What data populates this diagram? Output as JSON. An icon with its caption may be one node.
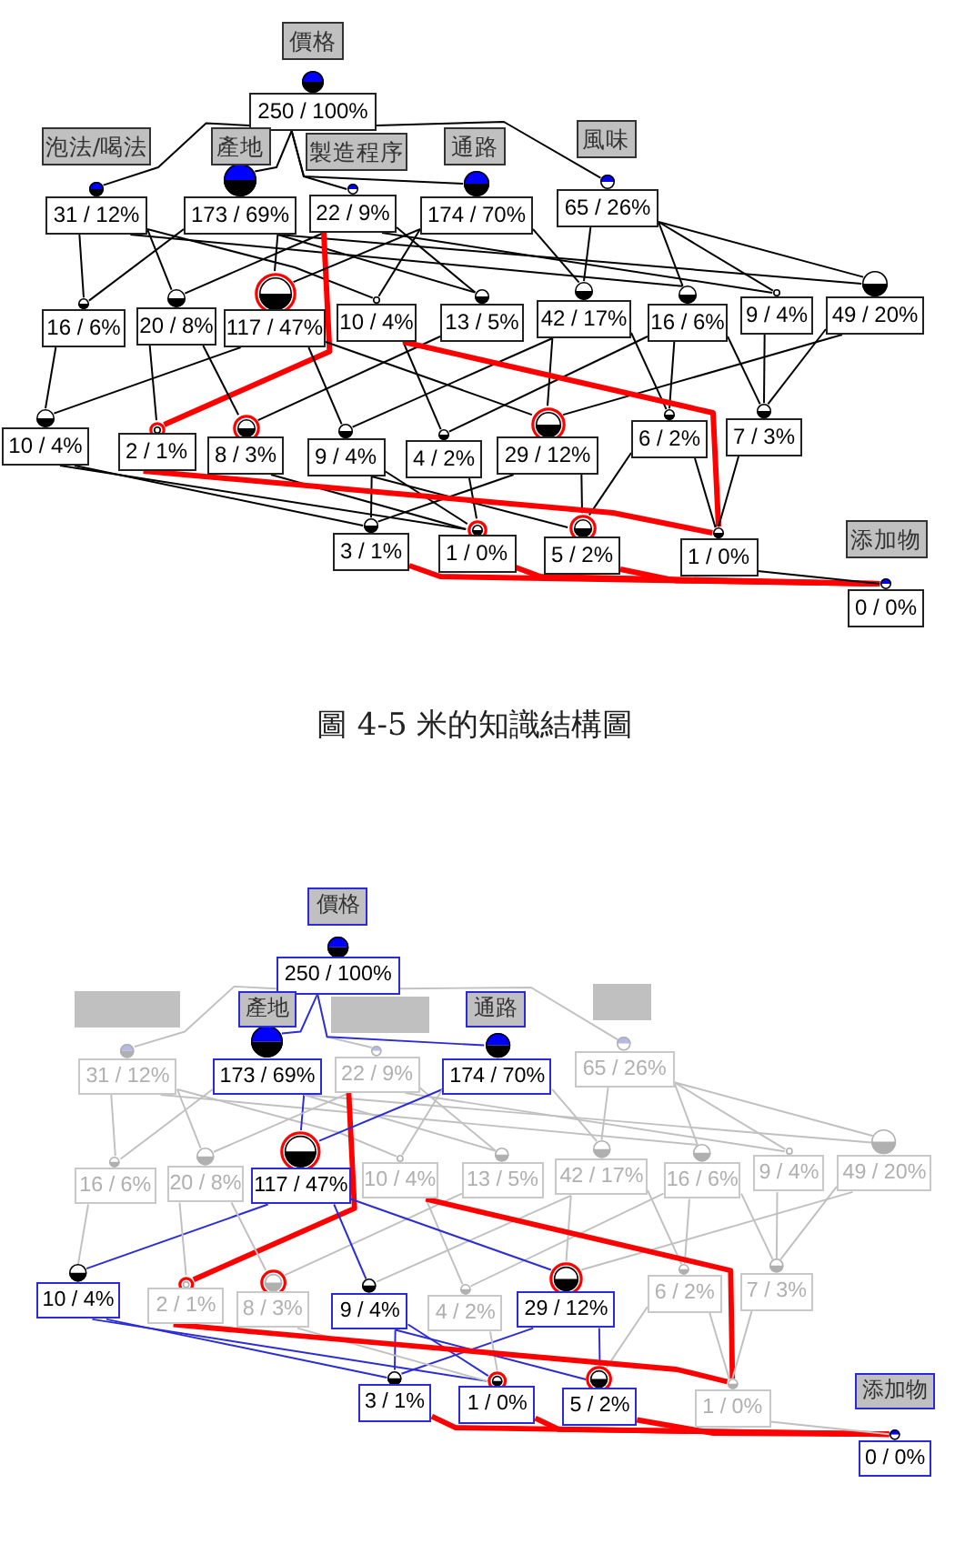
{
  "diagram": {
    "caption": "圖 4-5 米的知識結構圖",
    "nodes": [
      {
        "text": [
          "250 / 100%"
        ],
        "beside": [
          "價格"
        ]
      },
      {
        "text": [
          "31 / 12%"
        ],
        "beside": [
          "泡法/喝法"
        ]
      },
      {
        "text": [
          "173 / 69%"
        ],
        "beside": [
          "產地"
        ]
      },
      {
        "text": [
          "22 / 9%"
        ],
        "beside": [
          "製造程序"
        ]
      },
      {
        "text": [
          "174 / 70%"
        ],
        "beside": [
          "通路"
        ]
      },
      {
        "text": [
          "65 / 26%"
        ],
        "beside": [
          "風味"
        ]
      },
      {
        "text": [
          "16 / 6%"
        ]
      },
      {
        "text": [
          "20 / 8%"
        ]
      },
      {
        "text": [
          "117 / 47%"
        ]
      },
      {
        "text": [
          "10 / 4%"
        ]
      },
      {
        "text": [
          "13 / 5%"
        ]
      },
      {
        "text": [
          "42 / 17%"
        ]
      },
      {
        "text": [
          "16 / 6%"
        ]
      },
      {
        "text": [
          "9 / 4%"
        ]
      },
      {
        "text": [
          "49 / 20%"
        ]
      },
      {
        "text": [
          "10 / 4%"
        ]
      },
      {
        "text": [
          "2 / 1%"
        ]
      },
      {
        "text": [
          "8 / 3%"
        ]
      },
      {
        "text": [
          "9 / 4%"
        ]
      },
      {
        "text": [
          "4 / 2%"
        ]
      },
      {
        "text": [
          "29 / 12%"
        ]
      },
      {
        "text": [
          "6 / 2%"
        ]
      },
      {
        "text": [
          "7 / 3%"
        ]
      },
      {
        "text": [
          "3 / 1%"
        ]
      },
      {
        "text": [
          "1 / 0%"
        ]
      },
      {
        "text": [
          "5 / 2%"
        ]
      },
      {
        "text": [
          "1 / 0%"
        ]
      },
      {
        "text": [
          "0 / 0%"
        ],
        "beside": [
          "添加物"
        ]
      },
      {
        "text": [
          "250 / 100%"
        ],
        "beside": [
          "價格"
        ]
      },
      {
        "text": [
          "31 / 12%"
        ]
      },
      {
        "text": [
          "173 / 69%"
        ],
        "beside": [
          "產地"
        ]
      },
      {
        "text": [
          "22 / 9%"
        ]
      },
      {
        "text": [
          "174 / 70%"
        ],
        "beside": [
          "通路"
        ]
      },
      {
        "text": [
          "65 / 26%"
        ]
      },
      {
        "text": [
          "16 / 6%"
        ]
      },
      {
        "text": [
          "20 / 8%"
        ]
      },
      {
        "text": [
          "117 / 47%"
        ]
      },
      {
        "text": [
          "10 / 4%"
        ]
      },
      {
        "text": [
          "13 / 5%"
        ]
      },
      {
        "text": [
          "42 / 17%"
        ]
      },
      {
        "text": [
          "16 / 6%"
        ]
      },
      {
        "text": [
          "9 / 4%"
        ]
      },
      {
        "text": [
          "49 / 20%"
        ]
      },
      {
        "text": [
          "10 / 4%"
        ]
      },
      {
        "text": [
          "2 / 1%"
        ]
      },
      {
        "text": [
          "8 / 3%"
        ]
      },
      {
        "text": [
          "9 / 4%"
        ]
      },
      {
        "text": [
          "4 / 2%"
        ]
      },
      {
        "text": [
          "29 / 12%"
        ]
      },
      {
        "text": [
          "6 / 2%"
        ]
      },
      {
        "text": [
          "7 / 3%"
        ]
      },
      {
        "text": [
          "3 / 1%"
        ]
      },
      {
        "text": [
          "1 / 0%"
        ]
      },
      {
        "text": [
          "5 / 2%"
        ]
      },
      {
        "text": [
          "1 / 0%"
        ]
      },
      {
        "text": [
          "0 / 0%"
        ],
        "beside": [
          "添加物"
        ]
      }
    ],
    "edges": [
      {
        "from": 0,
        "to": 1,
        "arrow": "none"
      },
      {
        "from": 0,
        "to": 2,
        "arrow": "none"
      },
      {
        "from": 0,
        "to": 3,
        "arrow": "none"
      },
      {
        "from": 0,
        "to": 4,
        "arrow": "none"
      },
      {
        "from": 0,
        "to": 5,
        "arrow": "none"
      },
      {
        "from": 1,
        "to": 6,
        "arrow": "none"
      },
      {
        "from": 1,
        "to": 7,
        "arrow": "none"
      },
      {
        "from": 1,
        "to": 9,
        "arrow": "none"
      },
      {
        "from": 1,
        "to": 12,
        "arrow": "none"
      },
      {
        "from": 2,
        "to": 6,
        "arrow": "none"
      },
      {
        "from": 2,
        "to": 8,
        "arrow": "none"
      },
      {
        "from": 2,
        "to": 10,
        "arrow": "none"
      },
      {
        "from": 2,
        "to": 14,
        "arrow": "none"
      },
      {
        "from": 3,
        "to": 7,
        "arrow": "none"
      },
      {
        "from": 3,
        "to": 10,
        "arrow": "none"
      },
      {
        "from": 3,
        "to": 13,
        "arrow": "none"
      },
      {
        "from": 3,
        "to": 16,
        "arrow": "none",
        "style": "thick",
        "color": "#ff0000"
      },
      {
        "from": 4,
        "to": 8,
        "arrow": "none"
      },
      {
        "from": 4,
        "to": 9,
        "arrow": "none"
      },
      {
        "from": 4,
        "to": 11,
        "arrow": "none"
      },
      {
        "from": 5,
        "to": 11,
        "arrow": "none"
      },
      {
        "from": 5,
        "to": 12,
        "arrow": "none"
      },
      {
        "from": 5,
        "to": 13,
        "arrow": "none"
      },
      {
        "from": 5,
        "to": 14,
        "arrow": "none"
      },
      {
        "from": 6,
        "to": 15,
        "arrow": "none"
      },
      {
        "from": 8,
        "to": 15,
        "arrow": "none"
      },
      {
        "from": 7,
        "to": 16,
        "arrow": "none"
      },
      {
        "from": 7,
        "to": 17,
        "arrow": "none"
      },
      {
        "from": 10,
        "to": 17,
        "arrow": "none"
      },
      {
        "from": 8,
        "to": 18,
        "arrow": "none"
      },
      {
        "from": 11,
        "to": 18,
        "arrow": "none"
      },
      {
        "from": 9,
        "to": 19,
        "arrow": "none"
      },
      {
        "from": 12,
        "to": 19,
        "arrow": "none"
      },
      {
        "from": 8,
        "to": 20,
        "arrow": "none"
      },
      {
        "from": 11,
        "to": 20,
        "arrow": "none"
      },
      {
        "from": 14,
        "to": 20,
        "arrow": "none"
      },
      {
        "from": 11,
        "to": 21,
        "arrow": "none"
      },
      {
        "from": 12,
        "to": 21,
        "arrow": "none"
      },
      {
        "from": 12,
        "to": 22,
        "arrow": "none"
      },
      {
        "from": 13,
        "to": 22,
        "arrow": "none"
      },
      {
        "from": 14,
        "to": 22,
        "arrow": "none"
      },
      {
        "from": 15,
        "to": 23,
        "arrow": "none"
      },
      {
        "from": 18,
        "to": 23,
        "arrow": "none"
      },
      {
        "from": 20,
        "to": 23,
        "arrow": "none"
      },
      {
        "from": 15,
        "to": 24,
        "arrow": "none"
      },
      {
        "from": 18,
        "to": 24,
        "arrow": "none"
      },
      {
        "from": 17,
        "to": 24,
        "arrow": "none"
      },
      {
        "from": 19,
        "to": 24,
        "arrow": "none"
      },
      {
        "from": 18,
        "to": 25,
        "arrow": "none"
      },
      {
        "from": 20,
        "to": 25,
        "arrow": "none"
      },
      {
        "from": 21,
        "to": 25,
        "arrow": "none"
      },
      {
        "from": 9,
        "to": 26,
        "arrow": "none",
        "style": "thick",
        "color": "#ff0000"
      },
      {
        "from": 16,
        "to": 26,
        "arrow": "none",
        "style": "thick",
        "color": "#ff0000"
      },
      {
        "from": 21,
        "to": 26,
        "arrow": "none"
      },
      {
        "from": 22,
        "to": 26,
        "arrow": "none"
      },
      {
        "from": 23,
        "to": 27,
        "arrow": "none",
        "style": "thick",
        "color": "#ff0000"
      },
      {
        "from": 24,
        "to": 27,
        "arrow": "none",
        "style": "thick",
        "color": "#ff0000"
      },
      {
        "from": 25,
        "to": 27,
        "arrow": "none",
        "style": "thick",
        "color": "#ff0000"
      },
      {
        "from": 26,
        "to": 27,
        "arrow": "none"
      },
      {
        "from": 28,
        "to": 29,
        "arrow": "none",
        "color": "#c0c0c0"
      },
      {
        "from": 28,
        "to": 30,
        "arrow": "none",
        "color": "#2b2bd9"
      },
      {
        "from": 28,
        "to": 31,
        "arrow": "none",
        "color": "#c0c0c0"
      },
      {
        "from": 28,
        "to": 32,
        "arrow": "none",
        "color": "#2b2bd9"
      },
      {
        "from": 28,
        "to": 33,
        "arrow": "none",
        "color": "#c0c0c0"
      },
      {
        "from": 29,
        "to": 34,
        "arrow": "none",
        "color": "#c0c0c0"
      },
      {
        "from": 29,
        "to": 35,
        "arrow": "none",
        "color": "#c0c0c0"
      },
      {
        "from": 29,
        "to": 37,
        "arrow": "none",
        "color": "#c0c0c0"
      },
      {
        "from": 29,
        "to": 40,
        "arrow": "none",
        "color": "#c0c0c0"
      },
      {
        "from": 30,
        "to": 34,
        "arrow": "none",
        "color": "#c0c0c0"
      },
      {
        "from": 30,
        "to": 36,
        "arrow": "none",
        "color": "#2b2bd9"
      },
      {
        "from": 30,
        "to": 38,
        "arrow": "none",
        "color": "#c0c0c0"
      },
      {
        "from": 30,
        "to": 42,
        "arrow": "none",
        "color": "#c0c0c0"
      },
      {
        "from": 31,
        "to": 35,
        "arrow": "none",
        "color": "#c0c0c0"
      },
      {
        "from": 31,
        "to": 38,
        "arrow": "none",
        "color": "#c0c0c0"
      },
      {
        "from": 31,
        "to": 41,
        "arrow": "none",
        "color": "#c0c0c0"
      },
      {
        "from": 31,
        "to": 44,
        "arrow": "none",
        "style": "thick",
        "color": "#ff0000"
      },
      {
        "from": 32,
        "to": 36,
        "arrow": "none",
        "color": "#2b2bd9"
      },
      {
        "from": 32,
        "to": 37,
        "arrow": "none",
        "color": "#c0c0c0"
      },
      {
        "from": 32,
        "to": 39,
        "arrow": "none",
        "color": "#c0c0c0"
      },
      {
        "from": 33,
        "to": 39,
        "arrow": "none",
        "color": "#c0c0c0"
      },
      {
        "from": 33,
        "to": 40,
        "arrow": "none",
        "color": "#c0c0c0"
      },
      {
        "from": 33,
        "to": 41,
        "arrow": "none",
        "color": "#c0c0c0"
      },
      {
        "from": 33,
        "to": 42,
        "arrow": "none",
        "color": "#c0c0c0"
      },
      {
        "from": 34,
        "to": 43,
        "arrow": "none",
        "color": "#c0c0c0"
      },
      {
        "from": 36,
        "to": 43,
        "arrow": "none",
        "color": "#2b2bd9"
      },
      {
        "from": 35,
        "to": 44,
        "arrow": "none",
        "color": "#c0c0c0"
      },
      {
        "from": 35,
        "to": 45,
        "arrow": "none",
        "color": "#c0c0c0"
      },
      {
        "from": 38,
        "to": 45,
        "arrow": "none",
        "color": "#c0c0c0"
      },
      {
        "from": 36,
        "to": 46,
        "arrow": "none",
        "color": "#2b2bd9"
      },
      {
        "from": 39,
        "to": 46,
        "arrow": "none",
        "color": "#c0c0c0"
      },
      {
        "from": 37,
        "to": 47,
        "arrow": "none",
        "color": "#c0c0c0"
      },
      {
        "from": 40,
        "to": 47,
        "arrow": "none",
        "color": "#c0c0c0"
      },
      {
        "from": 36,
        "to": 48,
        "arrow": "none",
        "color": "#2b2bd9"
      },
      {
        "from": 39,
        "to": 48,
        "arrow": "none",
        "color": "#c0c0c0"
      },
      {
        "from": 42,
        "to": 48,
        "arrow": "none",
        "color": "#c0c0c0"
      },
      {
        "from": 39,
        "to": 49,
        "arrow": "none",
        "color": "#c0c0c0"
      },
      {
        "from": 40,
        "to": 49,
        "arrow": "none",
        "color": "#c0c0c0"
      },
      {
        "from": 40,
        "to": 50,
        "arrow": "none",
        "color": "#c0c0c0"
      },
      {
        "from": 41,
        "to": 50,
        "arrow": "none",
        "color": "#c0c0c0"
      },
      {
        "from": 42,
        "to": 50,
        "arrow": "none",
        "color": "#c0c0c0"
      },
      {
        "from": 43,
        "to": 51,
        "arrow": "none",
        "color": "#2b2bd9"
      },
      {
        "from": 46,
        "to": 51,
        "arrow": "none",
        "color": "#2b2bd9"
      },
      {
        "from": 48,
        "to": 51,
        "arrow": "none",
        "color": "#2b2bd9"
      },
      {
        "from": 43,
        "to": 52,
        "arrow": "none",
        "color": "#2b2bd9"
      },
      {
        "from": 46,
        "to": 52,
        "arrow": "none",
        "color": "#2b2bd9"
      },
      {
        "from": 45,
        "to": 52,
        "arrow": "none",
        "color": "#c0c0c0"
      },
      {
        "from": 47,
        "to": 52,
        "arrow": "none",
        "color": "#c0c0c0"
      },
      {
        "from": 46,
        "to": 53,
        "arrow": "none",
        "color": "#2b2bd9"
      },
      {
        "from": 48,
        "to": 53,
        "arrow": "none",
        "color": "#2b2bd9"
      },
      {
        "from": 49,
        "to": 53,
        "arrow": "none",
        "color": "#c0c0c0"
      },
      {
        "from": 37,
        "to": 54,
        "arrow": "none",
        "style": "thick",
        "color": "#ff0000"
      },
      {
        "from": 44,
        "to": 54,
        "arrow": "none",
        "style": "thick",
        "color": "#ff0000"
      },
      {
        "from": 49,
        "to": 54,
        "arrow": "none",
        "color": "#c0c0c0"
      },
      {
        "from": 50,
        "to": 54,
        "arrow": "none",
        "color": "#c0c0c0"
      },
      {
        "from": 51,
        "to": 55,
        "arrow": "none",
        "style": "thick",
        "color": "#ff0000"
      },
      {
        "from": 52,
        "to": 55,
        "arrow": "none",
        "style": "thick",
        "color": "#ff0000"
      },
      {
        "from": 53,
        "to": 55,
        "arrow": "none",
        "style": "thick",
        "color": "#ff0000"
      },
      {
        "from": 54,
        "to": 55,
        "arrow": "none",
        "color": "#c0c0c0"
      }
    ]
  }
}
